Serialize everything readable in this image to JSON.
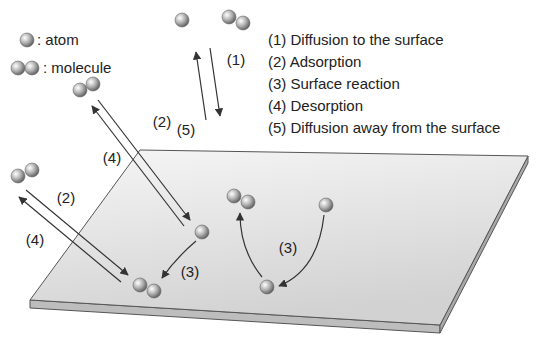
{
  "diagram": {
    "labels": [
      "(1)",
      "(5)",
      "(2)",
      "(4)",
      "(2)",
      "(4)",
      "(3)",
      "(3)",
      "(1) Diffusion to the surface",
      "(2) Adsorption",
      "(3) Surface reaction",
      "(4) Desorption",
      "(5) Diffusion away from the surface"
    ],
    "legend": [
      {
        "text": ": atom"
      },
      {
        "text": ": molecule"
      }
    ]
  }
}
